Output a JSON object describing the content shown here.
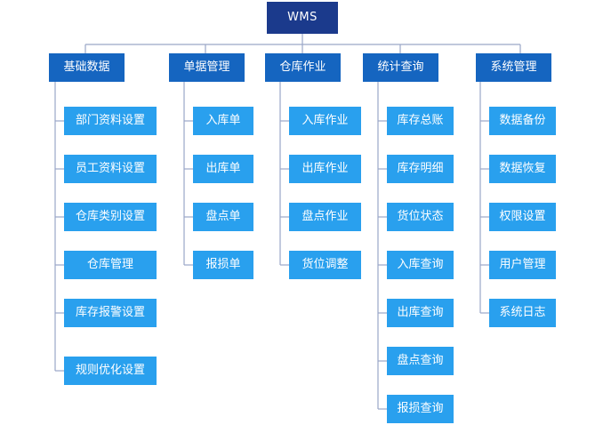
{
  "diagram": {
    "title": "WMS",
    "root": {
      "label": "WMS",
      "color": "#1b3a8c"
    },
    "category_color": "#1565c0",
    "leaf_color": "#29a0ee",
    "connector_color": "#9aa7c7",
    "columns": [
      {
        "label": "基础数据",
        "items": [
          "部门资料设置",
          "员工资料设置",
          "仓库类别设置",
          "仓库管理",
          "库存报警设置",
          "规则优化设置"
        ]
      },
      {
        "label": "单据管理",
        "items": [
          "入库单",
          "出库单",
          "盘点单",
          "报损单"
        ]
      },
      {
        "label": "仓库作业",
        "items": [
          "入库作业",
          "出库作业",
          "盘点作业",
          "货位调整"
        ]
      },
      {
        "label": "统计查询",
        "items": [
          "库存总账",
          "库存明细",
          "货位状态",
          "入库查询",
          "出库查询",
          "盘点查询",
          "报损查询"
        ]
      },
      {
        "label": "系统管理",
        "items": [
          "数据备份",
          "数据恢复",
          "权限设置",
          "用户管理",
          "系统日志"
        ]
      }
    ]
  }
}
